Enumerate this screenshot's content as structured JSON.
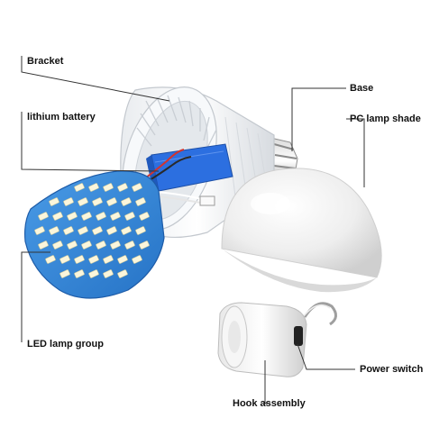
{
  "labels": {
    "bracket": "Bracket",
    "lithium_battery": "lithium battery",
    "base": "Base",
    "pc_lamp_shade": "PC lamp shade",
    "led_lamp_group": "LED lamp group",
    "power_switch": "Power switch",
    "hook_assembly": "Hook assembly"
  },
  "colors": {
    "background": "#ffffff",
    "label_text": "#111111",
    "leader_line": "#333333",
    "pcb_blue": "#2f86d8",
    "battery_blue": "#2c6fe0",
    "shade_white": "#f1f1f1",
    "bracket_white": "#f4f6f8"
  }
}
